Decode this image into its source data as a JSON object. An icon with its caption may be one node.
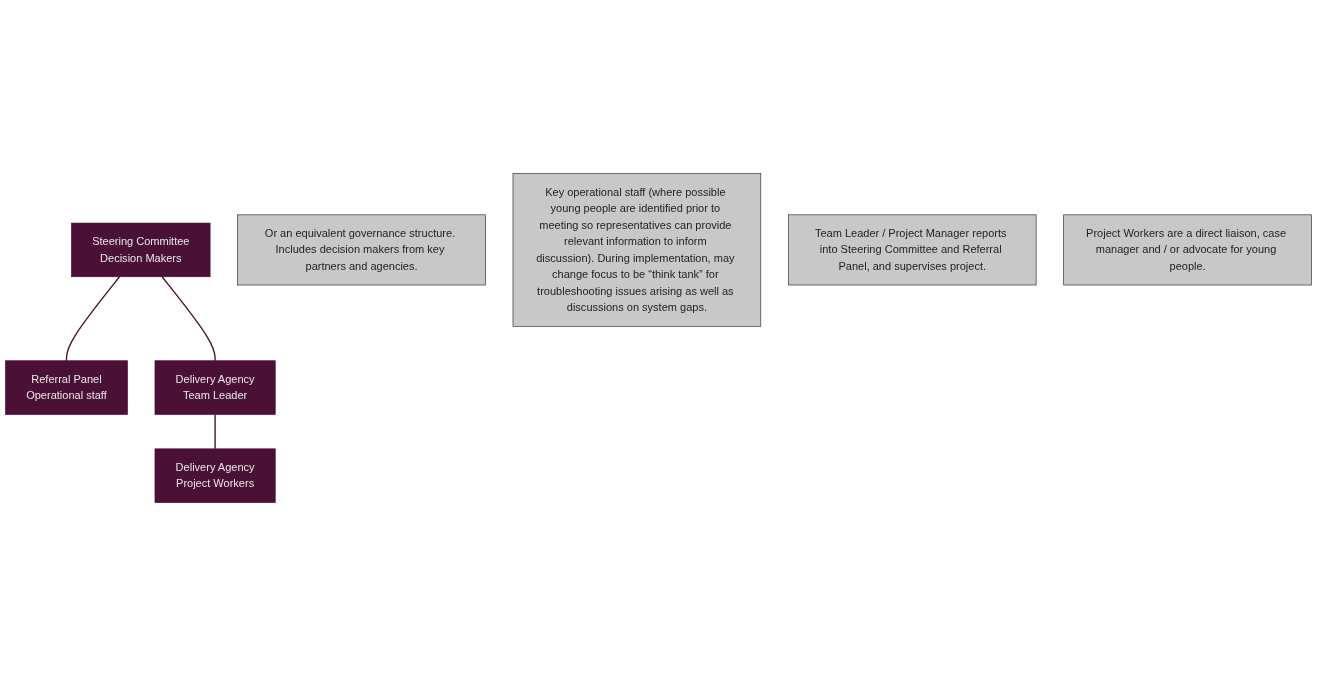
{
  "diagram": {
    "nodes": [
      {
        "text": [
          "Steering Committee",
          "Decision Makers"
        ]
      },
      {
        "text": [
          "Or an equivalent governance structure. Includes decision makers from key partners and agencies."
        ]
      },
      {
        "text": [
          "Key operational staff (where possible young people are identified prior to meeting so representatives can provide relevant information to inform discussion). During implementation, may change focus to be “think tank” for troubleshooting issues arising as well as discussions on system gaps."
        ]
      },
      {
        "text": [
          "Referral Panel",
          "Operational staff"
        ]
      },
      {
        "text": [
          "Delivery Agency",
          "Team Leader"
        ]
      },
      {
        "text": [
          "Team Leader / Project Manager reports into Steering Committee and Referral Panel, and supervises project."
        ]
      },
      {
        "text": [
          "Project Workers are a direct liaison, case manager and / or advocate for young people."
        ]
      },
      {
        "text": [
          "Delivery Agency",
          "Project Workers"
        ]
      }
    ],
    "edges": [
      {
        "from": 0,
        "to": 3,
        "arrow": "none"
      },
      {
        "from": 0,
        "to": 4,
        "arrow": "none"
      },
      {
        "from": 4,
        "to": 7,
        "arrow": "none"
      }
    ]
  }
}
